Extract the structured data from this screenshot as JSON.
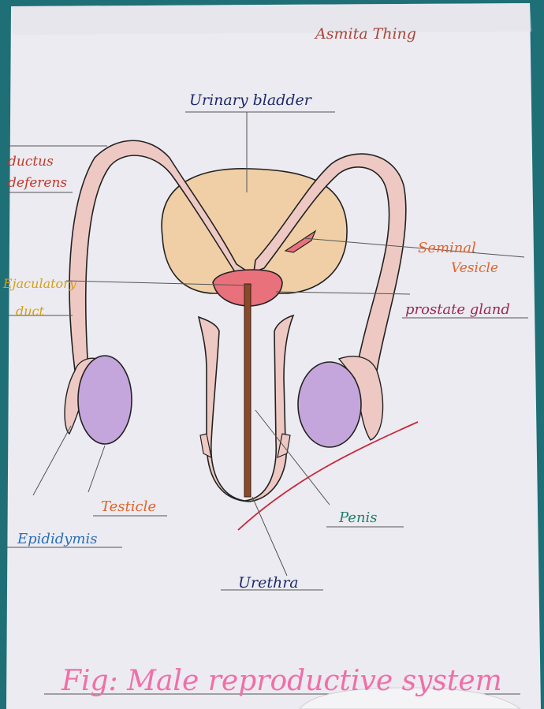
{
  "author": "Asmita Thing",
  "labels": {
    "urinary_bladder": "Urinary bladder",
    "ductus_line1": "ductus",
    "ductus_line2": "deferens",
    "ejaculatory_line1": "Ejaculatory",
    "ejaculatory_line2": "duct",
    "seminal_line1": "Seminal",
    "seminal_line2": "Vesicle",
    "prostate_gland": "prostate gland",
    "testicle": "Testicle",
    "penis": "Penis",
    "epididymis": "Epididymis",
    "urethra": "Urethra"
  },
  "caption": "Fig: Male reproductive system",
  "colors": {
    "paper": "#ecebf1",
    "bladder": "#f0cfa6",
    "tube": "#eec9c3",
    "testis": "#c4a6dc",
    "prostate": "#e9717b",
    "urethra": "#8a4a2a"
  }
}
